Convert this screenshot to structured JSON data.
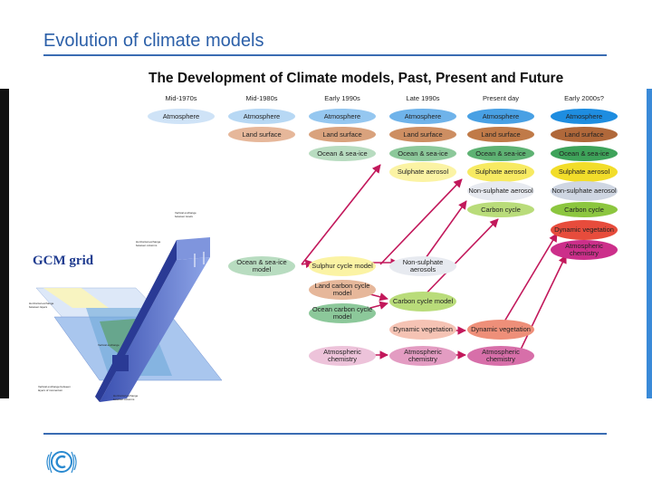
{
  "slide_title": "Evolution of climate models",
  "figure_title": "The Development of Climate models, Past, Present and Future",
  "eras": [
    "Mid-1970s",
    "Mid-1980s",
    "Early 1990s",
    "Late 1990s",
    "Present day",
    "Early 2000s?"
  ],
  "gcm_label": "GCM grid",
  "colors": {
    "title": "#2b5fa8",
    "atmosphere": [
      "#cfe3f7",
      "#b7d8f4",
      "#95c7f0",
      "#6fb3ea",
      "#48a0e4",
      "#1e8de0"
    ],
    "land_surface": [
      "#e6b79a",
      "#d9a27d",
      "#cd8e62",
      "#c07a48"
    ],
    "ocean_sea_ice": [
      "#b8dcc0",
      "#8cc89a",
      "#5eb273",
      "#3ea35a"
    ],
    "sulphate_aerosol": [
      "#fbf3a4",
      "#f7ea62",
      "#f2dd2a"
    ],
    "non_sulphate_aerosol": [
      "#e7eaf0",
      "#cfd6e2"
    ],
    "carbon_cycle": [
      "#b9dc7a",
      "#8cc63f"
    ],
    "dynamic_vegetation": "#e74c3c",
    "atmospheric_chemistry": "#cc2f8a",
    "arrow": "#c2185b"
  },
  "columns": {
    "mid1970s": {
      "atmosphere": "Atmosphere"
    },
    "mid1980s": {
      "atmosphere": "Atmosphere",
      "land_surface": "Land surface"
    },
    "early1990s": {
      "atmosphere": "Atmosphere",
      "land_surface": "Land surface",
      "ocean": "Ocean & sea-ice"
    },
    "late1990s": {
      "atmosphere": "Atmosphere",
      "land_surface": "Land surface",
      "ocean": "Ocean & sea-ice",
      "sulphate": "Sulphate aerosol"
    },
    "present": {
      "atmosphere": "Atmosphere",
      "land_surface": "Land surface",
      "ocean": "Ocean & sea-ice",
      "sulphate": "Sulphate aerosol",
      "non_sulphate": "Non-sulphate aerosol",
      "carbon": "Carbon cycle"
    },
    "future": {
      "atmosphere": "Atmosphere",
      "land_surface": "Land surface",
      "ocean": "Ocean & sea-ice",
      "sulphate": "Sulphate aerosol",
      "non_sulphate": "Non-sulphate aerosol",
      "carbon": "Carbon cycle",
      "vegetation": "Dynamic vegetation",
      "chemistry": "Atmospheric chemistry"
    }
  },
  "models": {
    "ocean_seaice_model": "Ocean & sea-ice model",
    "sulphur_cycle_model": "Sulphur cycle model",
    "non_sulphate_aerosols": "Non-sulphate aerosols",
    "land_carbon_cycle_model": "Land carbon cycle model",
    "carbon_cycle_model": "Carbon cycle model",
    "ocean_carbon_cycle_model": "Ocean carbon cycle model",
    "dynamic_vegetation_1": "Dynamic vegetation",
    "dynamic_vegetation_2": "Dynamic vegetation",
    "atmospheric_chemistry_1": "Atmospheric chemistry",
    "atmospheric_chemistry_2": "Atmospheric chemistry",
    "atmospheric_chemistry_3": "Atmospheric chemistry"
  }
}
